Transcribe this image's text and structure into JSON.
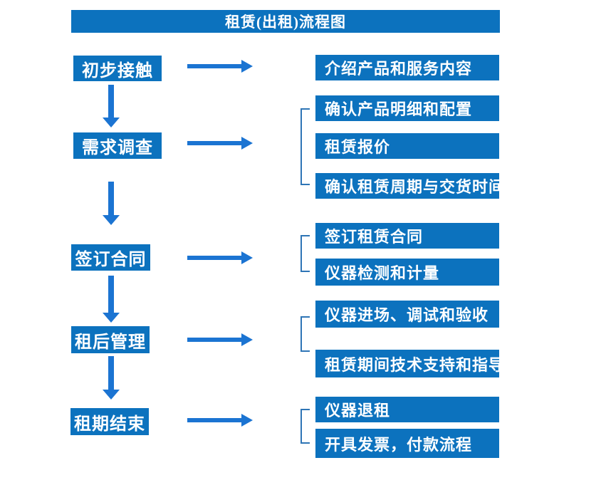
{
  "title": "租赁(出租)流程图",
  "colors": {
    "box_blue": "#0c72be",
    "arrow_blue": "#1b74d2",
    "bracket_blue": "#2e75b6",
    "text_white": "#ffffff"
  },
  "stages": [
    {
      "label": "初步接触",
      "outputs": [
        "介绍产品和服务内容"
      ]
    },
    {
      "label": "需求调查",
      "outputs": [
        "确认产品明细和配置",
        "租赁报价",
        "确认租赁周期与交货时间"
      ]
    },
    {
      "label": "签订合同",
      "outputs": [
        "签订租赁合同",
        "仪器检测和计量"
      ]
    },
    {
      "label": "租后管理",
      "outputs": [
        "仪器进场、调试和验收",
        "租赁期间技术支持和指导"
      ]
    },
    {
      "label": "租期结束",
      "outputs": [
        "仪器退租",
        "开具发票，付款流程"
      ]
    }
  ]
}
